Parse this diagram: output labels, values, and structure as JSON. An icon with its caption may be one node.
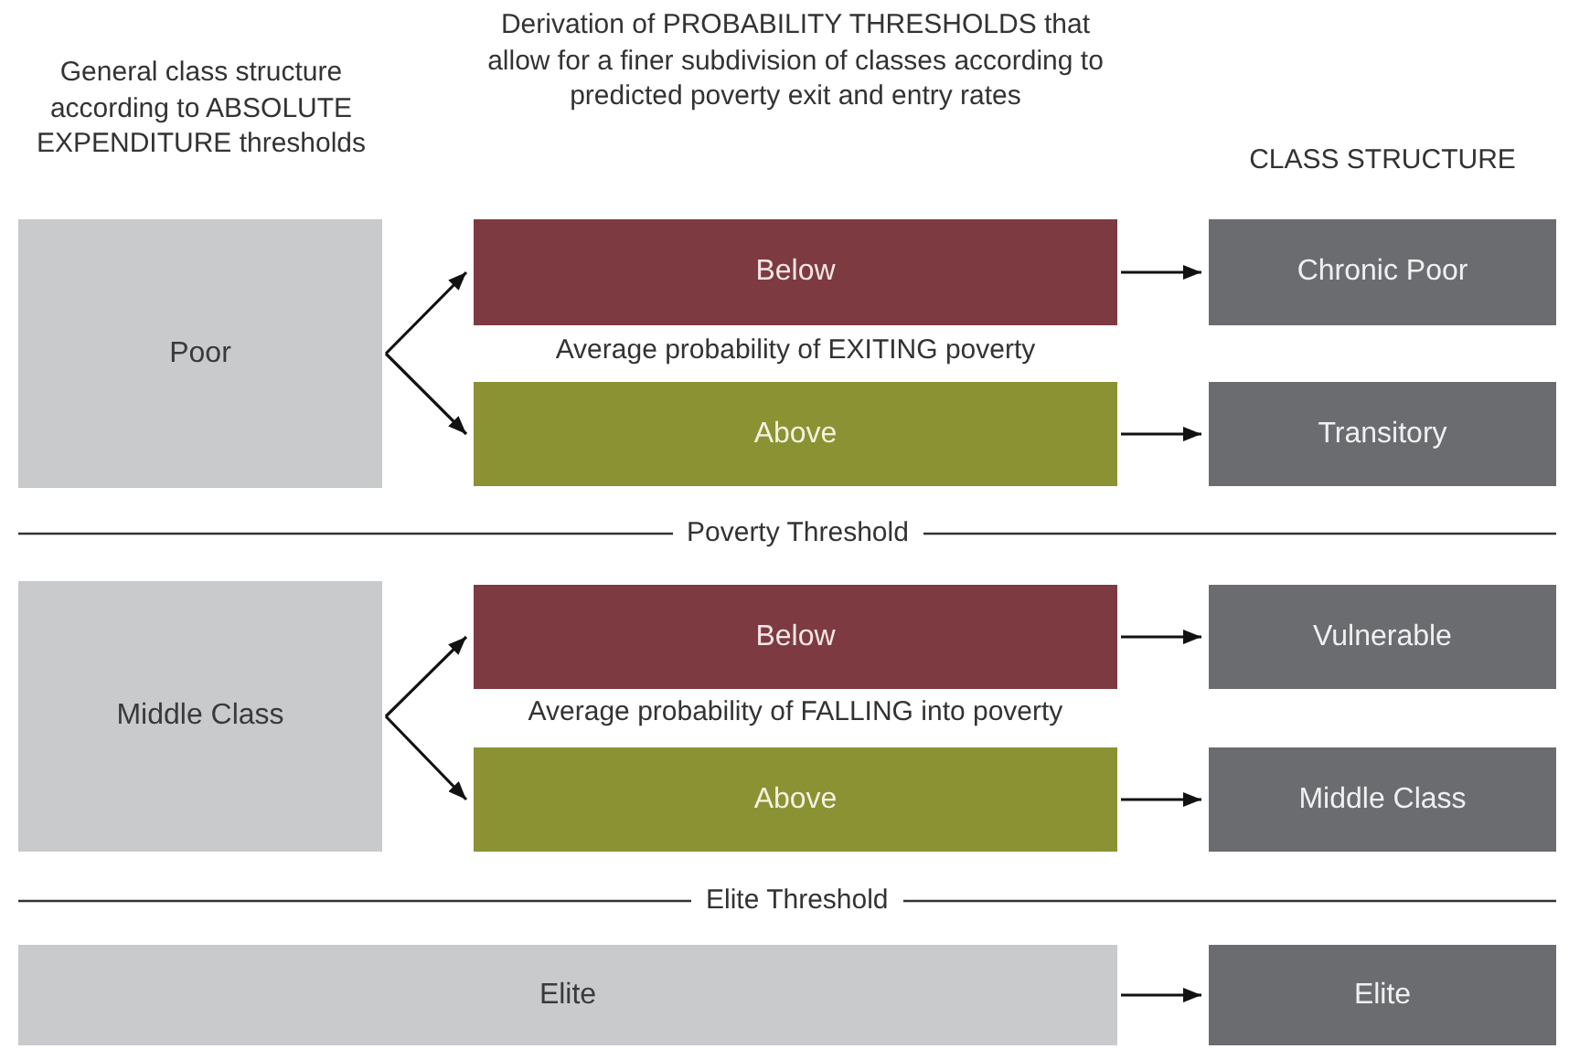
{
  "diagram": {
    "nodes": [
      {
        "text": [
          "Poor"
        ]
      },
      {
        "text": [
          "Below"
        ]
      },
      {
        "text": [
          "Above"
        ]
      },
      {
        "text": [
          "Chronic Poor"
        ]
      },
      {
        "text": [
          "Transitory"
        ]
      },
      {
        "text": [
          "Middle Class"
        ]
      },
      {
        "text": [
          "Below"
        ]
      },
      {
        "text": [
          "Above"
        ]
      },
      {
        "text": [
          "Vulnerable"
        ]
      },
      {
        "text": [
          "Middle Class"
        ]
      },
      {
        "text": [
          "Elite"
        ]
      },
      {
        "text": [
          "Elite"
        ]
      }
    ],
    "edges": [
      {
        "from": 0,
        "to": 1,
        "arrow": "to"
      },
      {
        "from": 0,
        "to": 2,
        "arrow": "to"
      },
      {
        "from": 1,
        "to": 3,
        "arrow": "to"
      },
      {
        "from": 2,
        "to": 4,
        "arrow": "to"
      },
      {
        "from": 5,
        "to": 6,
        "arrow": "to"
      },
      {
        "from": 5,
        "to": 7,
        "arrow": "to"
      },
      {
        "from": 6,
        "to": 8,
        "arrow": "to"
      },
      {
        "from": 7,
        "to": 9,
        "arrow": "to"
      },
      {
        "from": 10,
        "to": 11,
        "arrow": "to"
      }
    ],
    "labels": [
      "General class structure according to ABSOLUTE EXPENDITURE thresholds",
      "Derivation of PROBABILITY THRESHOLDS that allow for a finer subdivision of classes according to predicted poverty exit and entry rates",
      "CLASS STRUCTURE",
      "Average probability of EXITING poverty",
      "Poverty Threshold",
      "Average probability of FALLING into poverty",
      "Elite Threshold"
    ]
  }
}
